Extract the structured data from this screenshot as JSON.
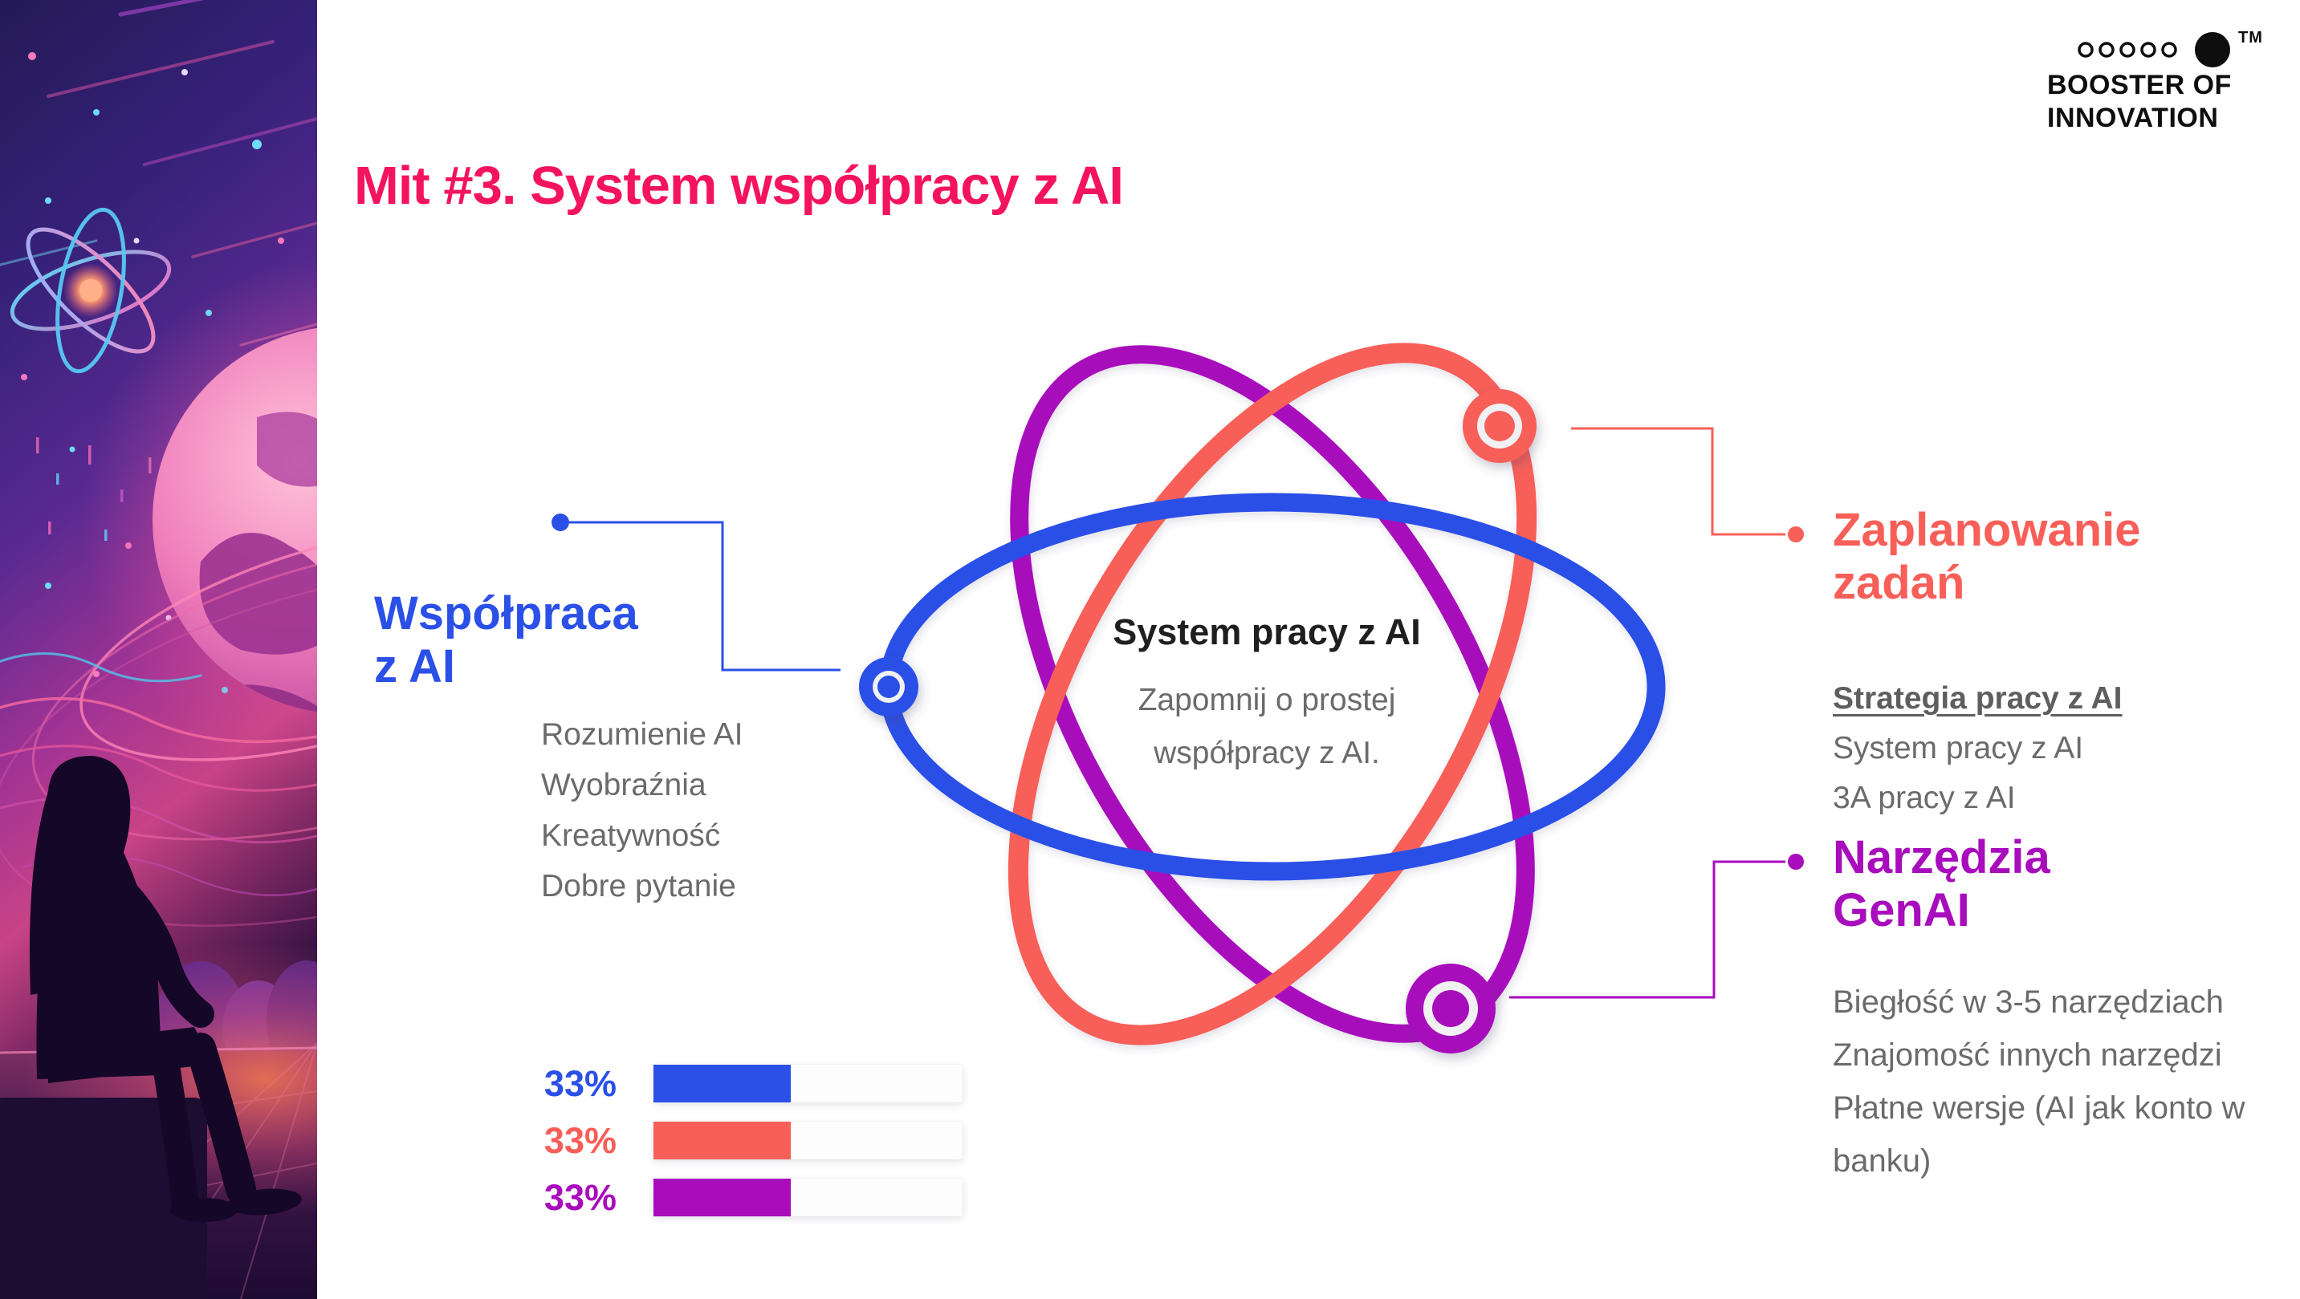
{
  "slide": {
    "background": "#FFFFFF"
  },
  "colors": {
    "title_pink": "#F4145E",
    "blue": "#2B50E7",
    "coral": "#F75F58",
    "purple": "#A80CBC",
    "gray_text": "#6B6B6B",
    "dark_text": "#1F1F1F",
    "logo_black": "#0E0E0E",
    "node_inner_ring": "#F1F1F4"
  },
  "title": "Mit #3. System współpracy z AI",
  "logo": {
    "dots_outlined": 5,
    "dots_filled": 1,
    "tm": "TM",
    "line1": "BOOSTER OF",
    "line2": "INNOVATION"
  },
  "diagram": {
    "center_title": "System pracy z AI",
    "center_subtitle": "Zapomnij o prostej współpracy z AI.",
    "orbits": [
      {
        "name": "blue-orbit",
        "color": "#2B50E7"
      },
      {
        "name": "coral-orbit",
        "color": "#F75F58"
      },
      {
        "name": "purple-orbit",
        "color": "#A80CBC"
      }
    ]
  },
  "sections": {
    "left": {
      "title_line1": "Współpraca",
      "title_line2": "z AI",
      "color": "#2B50E7",
      "items": [
        "Rozumienie AI",
        "Wyobraźnia",
        "Kreatywność",
        "Dobre pytanie"
      ]
    },
    "right_top": {
      "title_line1": "Zaplanowanie",
      "title_line2": "zadań",
      "color": "#F75F58",
      "items": [
        "Strategia pracy z AI",
        "System pracy z AI",
        "3A pracy z AI"
      ],
      "first_item_style": "bold-underline"
    },
    "right_bottom": {
      "title_line1": "Narzędzia",
      "title_line2": "GenAI",
      "color": "#A80CBC",
      "items": [
        "Biegłość w 3-5 narzędziach",
        "Znajomość innych narzędzi",
        "Płatne wersje (AI jak konto w banku)"
      ]
    }
  },
  "chart_data": {
    "type": "bar",
    "orientation": "horizontal",
    "categories": [
      "Współpraca z AI",
      "Zaplanowanie zadań",
      "Narzędzia GenAI"
    ],
    "values": [
      33,
      33,
      33
    ],
    "unit": "%",
    "labels": [
      "33%",
      "33%",
      "33%"
    ],
    "bar_colors": [
      "#2B50E7",
      "#F75F58",
      "#A80CBC"
    ],
    "track_fill_ratio": 0.445,
    "grid": false,
    "legend": "none"
  }
}
